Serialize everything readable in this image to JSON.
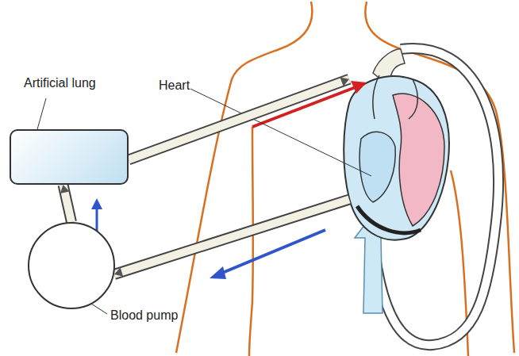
{
  "diagram": {
    "nodes": [
      {
        "text": [
          "Artificial lung"
        ]
      },
      {
        "text": [
          "Blood pump"
        ]
      },
      {
        "text": [
          "Heart"
        ]
      }
    ],
    "edges": [
      {
        "from": 1,
        "to": 0,
        "arrow": "to"
      },
      {
        "from": 0,
        "to": 2,
        "arrow": "to"
      },
      {
        "from": 2,
        "to": 1,
        "arrow": "to"
      }
    ]
  }
}
